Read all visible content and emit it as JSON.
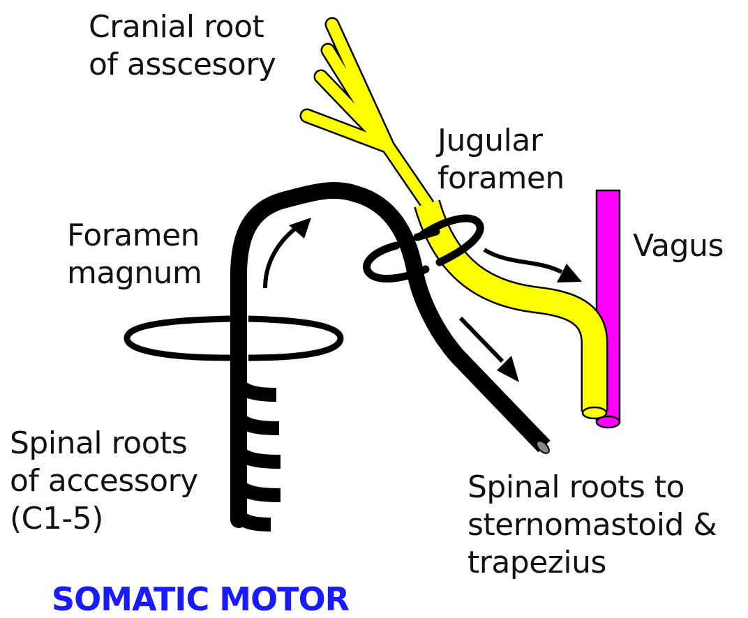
{
  "labels": {
    "cranial_root": [
      "Cranial root",
      "of asscesory"
    ],
    "jugular_foramen": [
      "Jugular",
      "foramen"
    ],
    "vagus": "Vagus",
    "foramen_magnum": [
      "Foramen",
      "magnum"
    ],
    "spinal_roots_accessory": [
      "Spinal roots",
      "of accessory",
      "(C1-5)"
    ],
    "spinal_roots_to": [
      "Spinal roots to",
      "sternomastoid &",
      "trapezius"
    ]
  },
  "footer": "SOMATIC MOTOR",
  "colors": {
    "cranial_root": "#ffff00",
    "vagus": "#ff00ff",
    "spinal_nerve": "#000000",
    "footer_text": "#1a1aff"
  }
}
